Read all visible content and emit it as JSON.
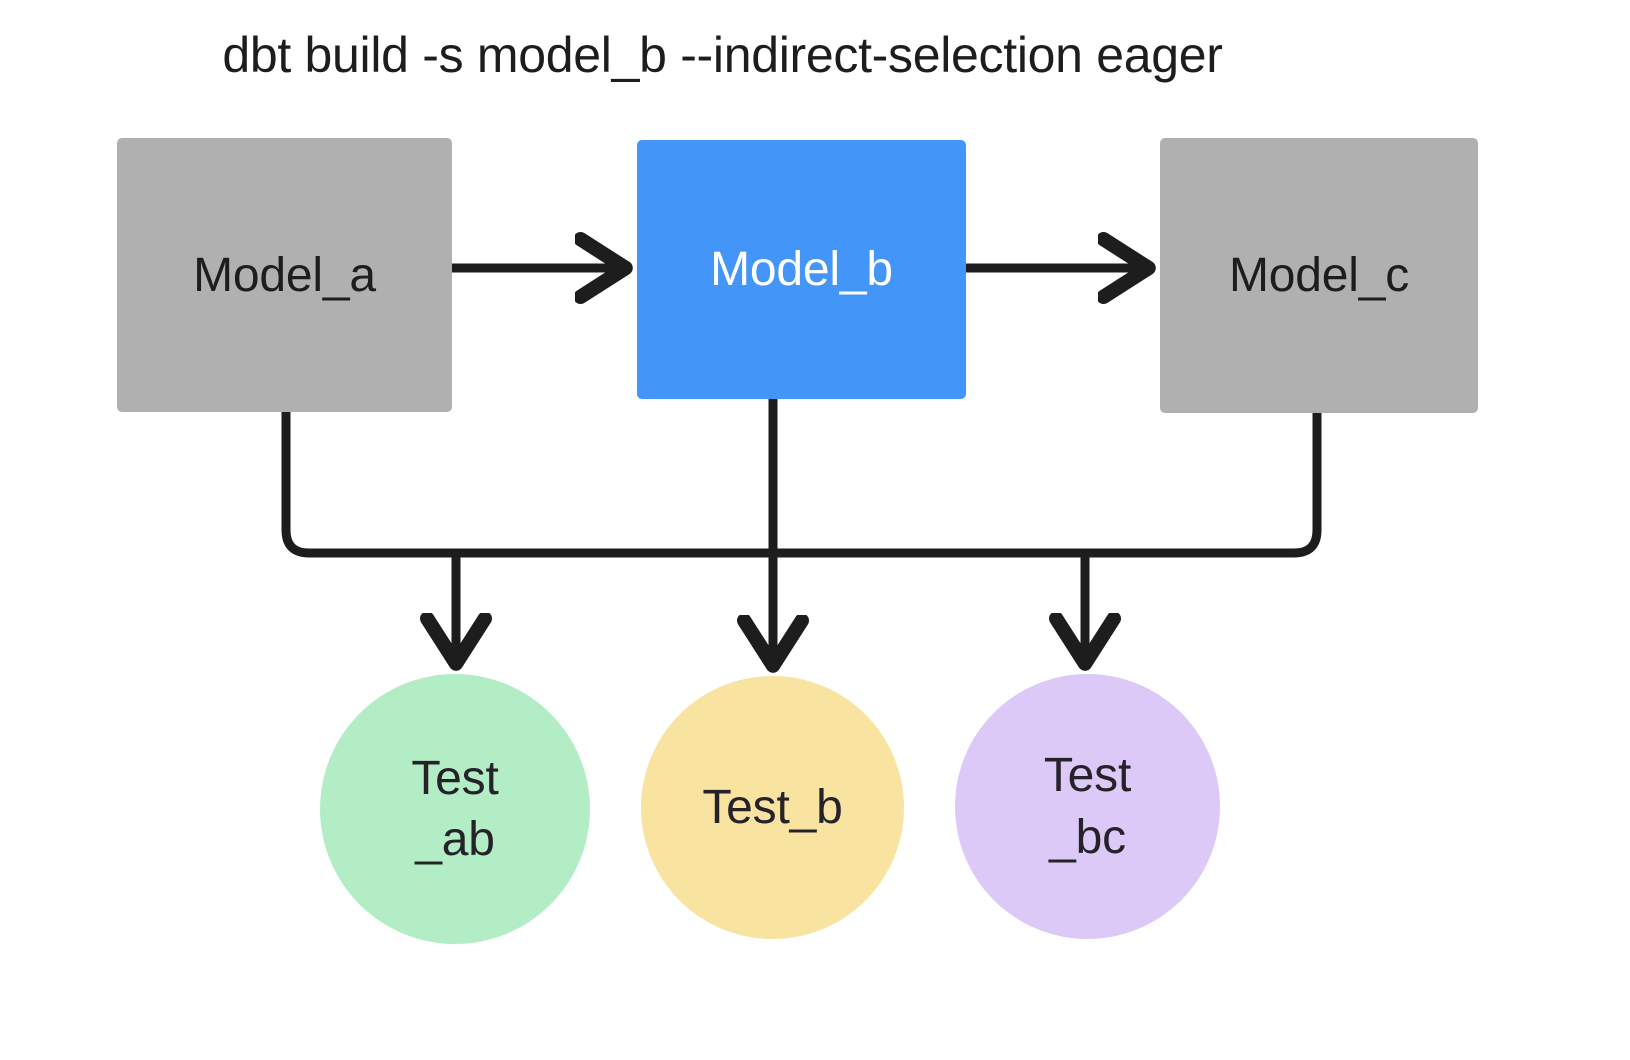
{
  "title": "dbt build -s model_b --indirect-selection eager",
  "colors": {
    "model_default": "#b0b0b0",
    "model_selected": "#4395f8",
    "test_ab": "#b2edc5",
    "test_b": "#f8e3a1",
    "test_bc": "#ddc9f7",
    "edge": "#1d1d1d",
    "text_dark": "#1d1d1d",
    "text_light": "#ffffff",
    "background": "#ffffff"
  },
  "models": {
    "model_a": {
      "label": "Model_a",
      "selected": false
    },
    "model_b": {
      "label": "Model_b",
      "selected": true
    },
    "model_c": {
      "label": "Model_c",
      "selected": false
    }
  },
  "tests": {
    "test_ab": {
      "line1": "Test",
      "line2": "_ab"
    },
    "test_b": {
      "line1": "Test_b",
      "line2": ""
    },
    "test_bc": {
      "line1": "Test",
      "line2": "_bc"
    }
  },
  "edges": [
    {
      "from": "model_a",
      "to": "model_b",
      "kind": "horizontal-arrow"
    },
    {
      "from": "model_b",
      "to": "model_c",
      "kind": "horizontal-arrow"
    },
    {
      "from": "model_a",
      "to": "test_ab",
      "kind": "elbow-arrow"
    },
    {
      "from": "model_b",
      "to": "test_b",
      "kind": "straight-arrow"
    },
    {
      "from": "model_b",
      "to": "test_ab",
      "kind": "bus-arrow"
    },
    {
      "from": "model_c",
      "to": "test_bc",
      "kind": "elbow-arrow"
    },
    {
      "from": "model_b",
      "to": "test_bc",
      "kind": "bus-arrow"
    }
  ]
}
